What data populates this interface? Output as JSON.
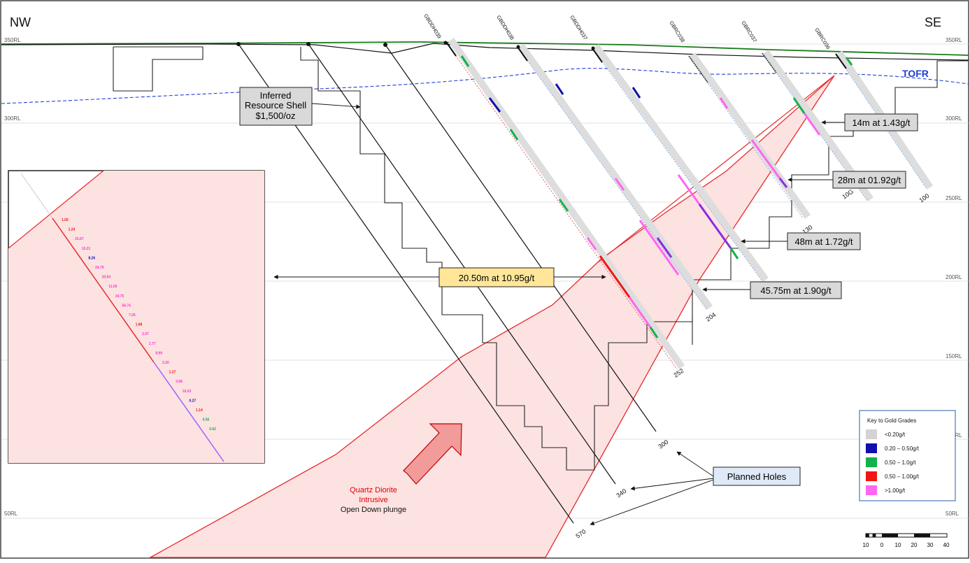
{
  "section": {
    "left_direction": "NW",
    "right_direction": "SE",
    "tofr_label": "TOFR",
    "rl_labels": [
      "350RL",
      "300RL",
      "250RL",
      "200RL",
      "150RL",
      "100RL",
      "50RL"
    ],
    "colors": {
      "topo_line": "#1a7a1a",
      "tofr_line": "#1f3fd6",
      "intrusive_fill": "#fde2e2",
      "intrusive_outline": "#e8292b",
      "callout_fill": "#d9d9d9",
      "highlight_callout_fill": "#ffe699",
      "planned_label_fill": "#dfe9f7"
    }
  },
  "holes": [
    {
      "name": "GBDDH039",
      "end_depth": "252"
    },
    {
      "name": "GBDDH038",
      "end_depth": "204"
    },
    {
      "name": "GBDDH037",
      "end_depth": "130"
    },
    {
      "name": "GBRC038",
      "end_depth": "10G"
    },
    {
      "name": "GBRC037",
      "end_depth": ""
    },
    {
      "name": "GBRC036",
      "end_depth": "100"
    }
  ],
  "planned_holes": {
    "label": "Planned Holes",
    "depths": [
      "300",
      "340",
      "570"
    ]
  },
  "shell": {
    "line1": "Inferred",
    "line2": "Resource Shell",
    "line3": "$1,500/oz"
  },
  "intercepts": [
    {
      "text": "14m at 1.43g/t"
    },
    {
      "text": "28m at 01.92g/t"
    },
    {
      "text": "48m at 1.72g/t"
    },
    {
      "text": "45.75m at 1.90g/t"
    },
    {
      "text": "20.50m at 10.95g/t",
      "highlight": true
    }
  ],
  "intrusive": {
    "line1": "Quartz Diorite",
    "line2": "Intrusive",
    "line3": "Open Down plunge"
  },
  "inset": {
    "labels": [
      {
        "text": "1.05",
        "grade": "high"
      },
      {
        "text": "1.24",
        "grade": "high"
      },
      {
        "text": "15.67",
        "grade": "vhigh"
      },
      {
        "text": "10.21",
        "grade": "vhigh"
      },
      {
        "text": "8.26",
        "grade": "low"
      },
      {
        "text": "24.79",
        "grade": "vhigh"
      },
      {
        "text": "20.84",
        "grade": "vhigh"
      },
      {
        "text": "11.05",
        "grade": "vhigh"
      },
      {
        "text": "19.75",
        "grade": "vhigh"
      },
      {
        "text": "58.74",
        "grade": "vhigh"
      },
      {
        "text": "7.05",
        "grade": "vhigh"
      },
      {
        "text": "1.68",
        "grade": "high"
      },
      {
        "text": "2.97",
        "grade": "vhigh"
      },
      {
        "text": "2.77",
        "grade": "vhigh"
      },
      {
        "text": "8.90",
        "grade": "vhigh"
      },
      {
        "text": "2.20",
        "grade": "vhigh"
      },
      {
        "text": "1.27",
        "grade": "high"
      },
      {
        "text": "3.68",
        "grade": "vhigh"
      },
      {
        "text": "16.03",
        "grade": "vhigh"
      },
      {
        "text": "0.27",
        "grade": "low"
      },
      {
        "text": "1.14",
        "grade": "high"
      },
      {
        "text": "0.56",
        "grade": "mid"
      },
      {
        "text": "0.62",
        "grade": "mid"
      }
    ]
  },
  "legend": {
    "title": "Key to Gold Grades",
    "items": [
      {
        "label": "<0.20g/t",
        "color": "#d3d3d3"
      },
      {
        "label": "0.20 – 0.50g/t",
        "color": "#1010b0"
      },
      {
        "label": "0.50 – 1.0g/t",
        "color": "#12b24a"
      },
      {
        "label": "0.50 – 1.00g/t",
        "color": "#f01616"
      },
      {
        "label": ">1.00g/t",
        "color": "#ff66f2"
      }
    ]
  },
  "scale_bar": {
    "ticks": [
      "10",
      "0",
      "10",
      "20",
      "30",
      "40"
    ]
  }
}
